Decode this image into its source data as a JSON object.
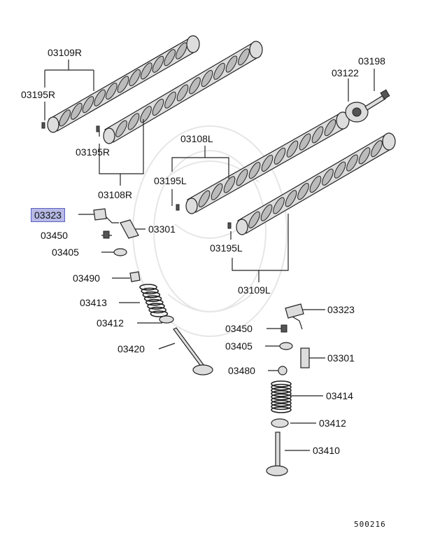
{
  "labels": {
    "p03109R": "03109R",
    "p03195R_top": "03195R",
    "p03195R_mid": "03195R",
    "p03108R": "03108R",
    "p03198": "03198",
    "p03122": "03122",
    "p03108L": "03108L",
    "p03195L_top": "03195L",
    "p03195L_bot": "03195L",
    "p03109L": "03109L",
    "p03323_left": "03323",
    "p03450_left": "03450",
    "p03301_left": "03301",
    "p03405_left": "03405",
    "p03490": "03490",
    "p03413": "03413",
    "p03412_left": "03412",
    "p03420": "03420",
    "p03323_right": "03323",
    "p03450_right": "03450",
    "p03405_right": "03405",
    "p03301_right": "03301",
    "p03480": "03480",
    "p03414": "03414",
    "p03412_right": "03412",
    "p03410": "03410"
  },
  "footer_code": "500216",
  "highlight_color": "#b7b9e6"
}
